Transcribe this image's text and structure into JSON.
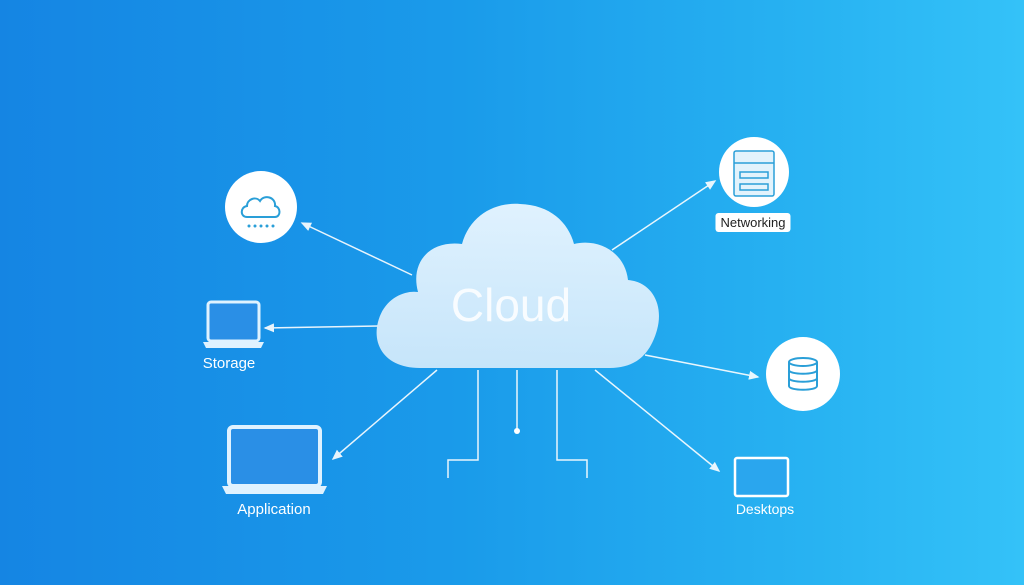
{
  "center": {
    "label": "Cloud"
  },
  "nodes": {
    "weather_cloud": {
      "icon": "cloud-icon"
    },
    "storage": {
      "label": "Storage",
      "icon": "laptop-icon"
    },
    "application": {
      "label": "Application",
      "icon": "laptop-icon"
    },
    "networking": {
      "label": "Networking",
      "icon": "server-icon"
    },
    "database": {
      "icon": "database-icon"
    },
    "desktops": {
      "label": "Desktops",
      "icon": "monitor-icon"
    }
  },
  "colors": {
    "background_start": "#1585e3",
    "background_end": "#34c2f8",
    "line": "#ffffff",
    "icon_stroke": "#2a9fd8"
  }
}
